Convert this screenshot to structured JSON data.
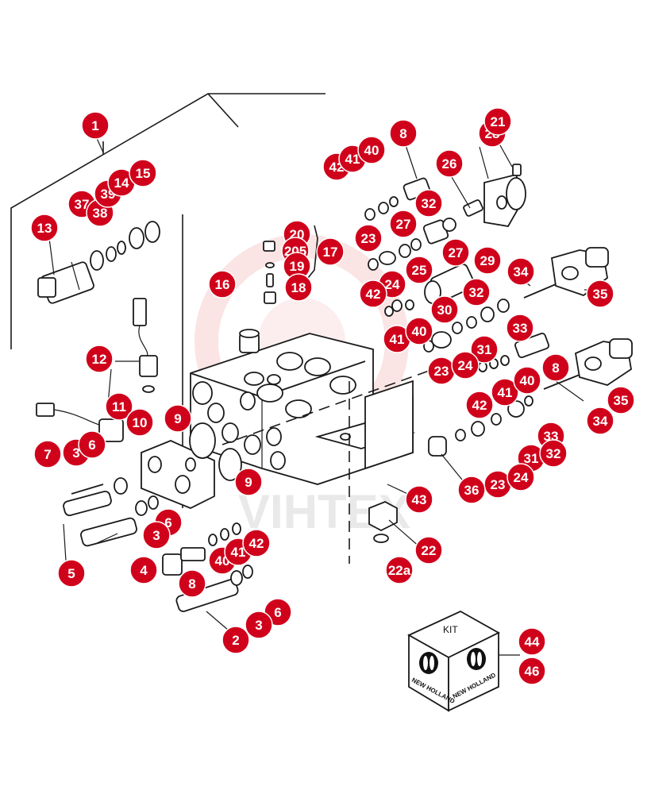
{
  "diagram": {
    "watermark_text": "VIHTEX",
    "kit": {
      "label": "KIT",
      "logo_left": "NEW HOLLAND",
      "logo_right": "NEW HOLLAND"
    },
    "callouts": [
      "1",
      "13",
      "37",
      "38",
      "39",
      "14",
      "15",
      "12",
      "11",
      "10",
      "9",
      "7",
      "3",
      "6",
      "5",
      "4",
      "8",
      "40",
      "41",
      "42",
      "2",
      "16",
      "20",
      "205",
      "19",
      "18",
      "17",
      "42",
      "41",
      "40",
      "8",
      "26",
      "28",
      "21",
      "23",
      "27",
      "32",
      "25",
      "27",
      "29",
      "24",
      "34",
      "35",
      "42",
      "30",
      "32",
      "41",
      "40",
      "33",
      "31",
      "23",
      "24",
      "41",
      "40",
      "8",
      "35",
      "42",
      "34",
      "33",
      "31",
      "32",
      "23",
      "24",
      "36",
      "43",
      "22",
      "22a",
      "10",
      "9",
      "6",
      "3",
      "6",
      "3",
      "44",
      "46"
    ],
    "accent_color": "#d0021b"
  }
}
